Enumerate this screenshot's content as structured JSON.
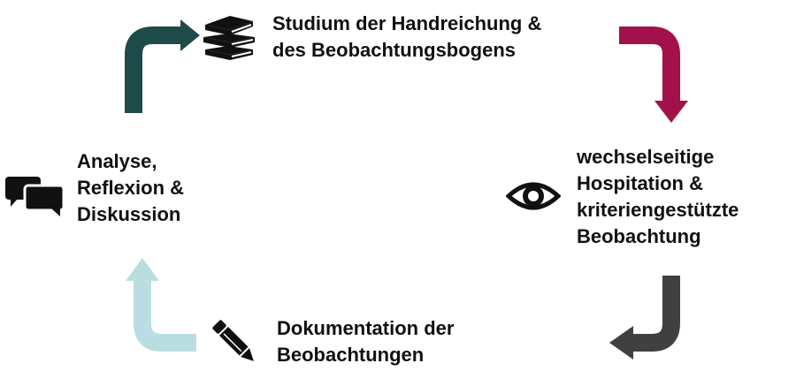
{
  "cycle": {
    "steps": [
      {
        "lines": [
          "Studium der Handreichung &",
          "des Beobachtungsbogens"
        ],
        "icon": "books-icon"
      },
      {
        "lines": [
          "wechselseitige",
          "Hospitation &",
          "kriteriengestützte",
          "Beobachtung"
        ],
        "icon": "eye-icon"
      },
      {
        "lines": [
          "Dokumentation der",
          "Beobachtungen"
        ],
        "icon": "pencil-icon"
      },
      {
        "lines": [
          "Analyse,",
          "Reflexion &",
          "Diskussion"
        ],
        "icon": "speech-bubbles-icon"
      }
    ],
    "arrows": [
      {
        "name": "arrow-to-study",
        "color": "#1f4a4a"
      },
      {
        "name": "arrow-to-hospitation",
        "color": "#a3114a"
      },
      {
        "name": "arrow-to-documentation",
        "color": "#404040"
      },
      {
        "name": "arrow-to-analysis",
        "color": "#b9dde0"
      }
    ]
  }
}
